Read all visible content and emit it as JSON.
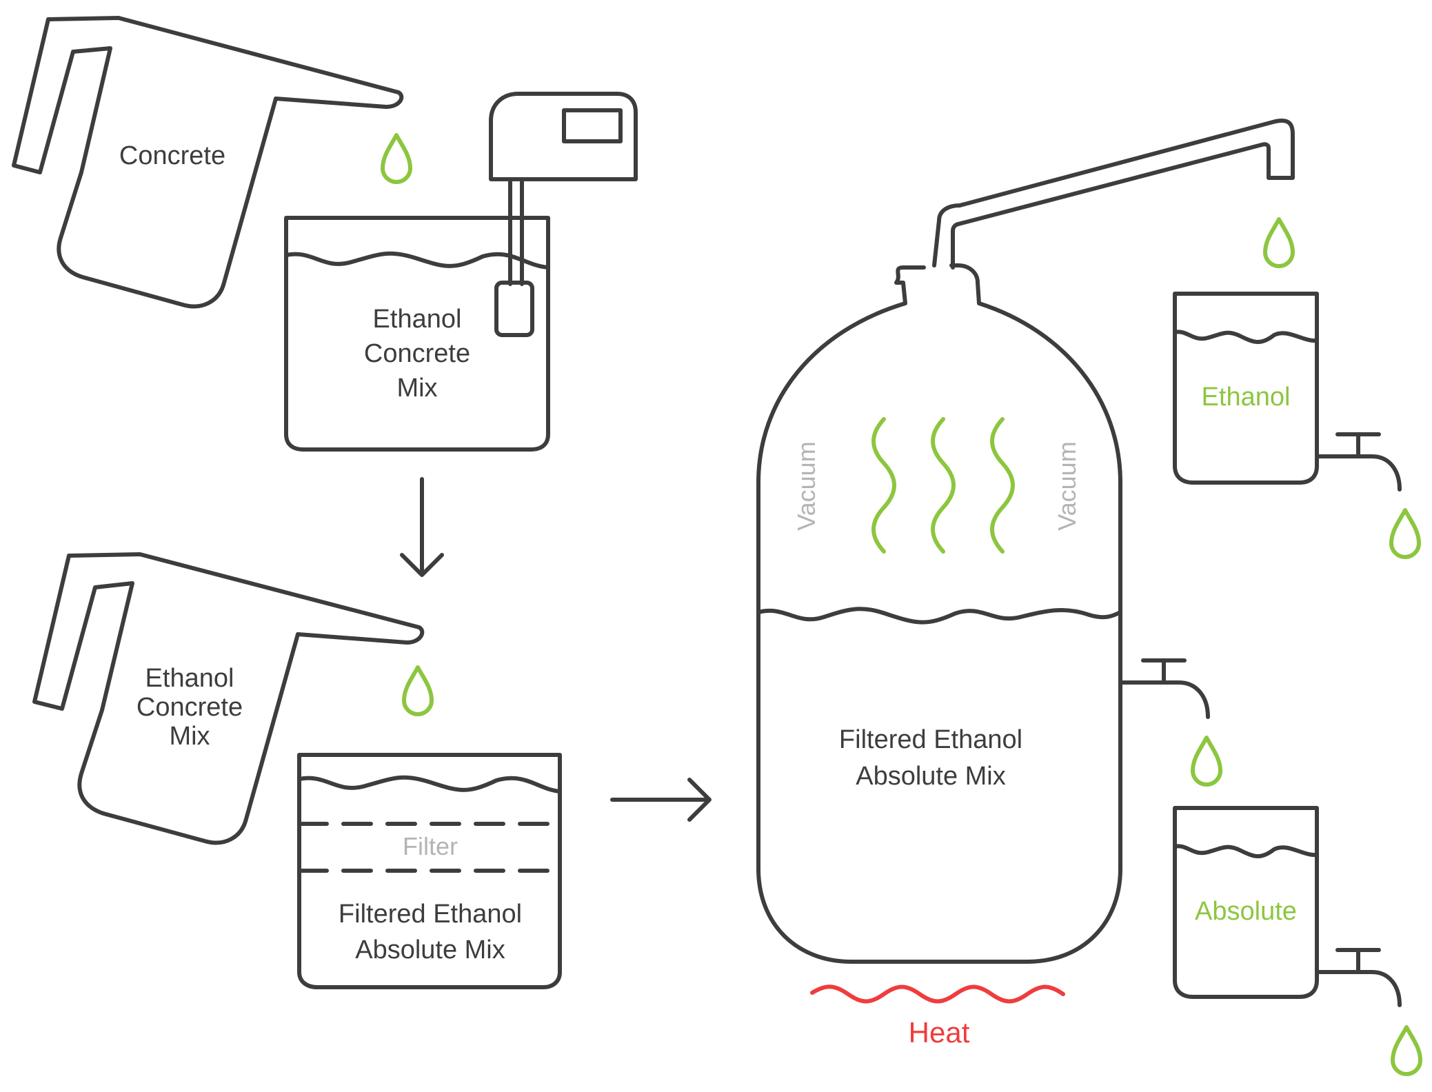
{
  "labels": {
    "concrete": "Concrete",
    "jug1_label": [
      "Ethanol",
      "Concrete",
      "Mix"
    ],
    "jug2_label": [
      "Ethanol",
      "Concrete",
      "Mix"
    ],
    "filter": "Filter",
    "filtered_beaker": [
      "Filtered Ethanol",
      "Absolute Mix"
    ],
    "tank": [
      "Filtered Ethanol",
      "Absolute Mix"
    ],
    "vacuum_left": "Vacuum",
    "vacuum_right": "Vacuum",
    "heat": "Heat",
    "ethanol": "Ethanol",
    "absolute": "Absolute"
  },
  "colors": {
    "outline": "#3d3d3d",
    "liquid_drop": "#8cc63f",
    "heat": "#f03c3c",
    "muted": "#b4b4b4"
  }
}
